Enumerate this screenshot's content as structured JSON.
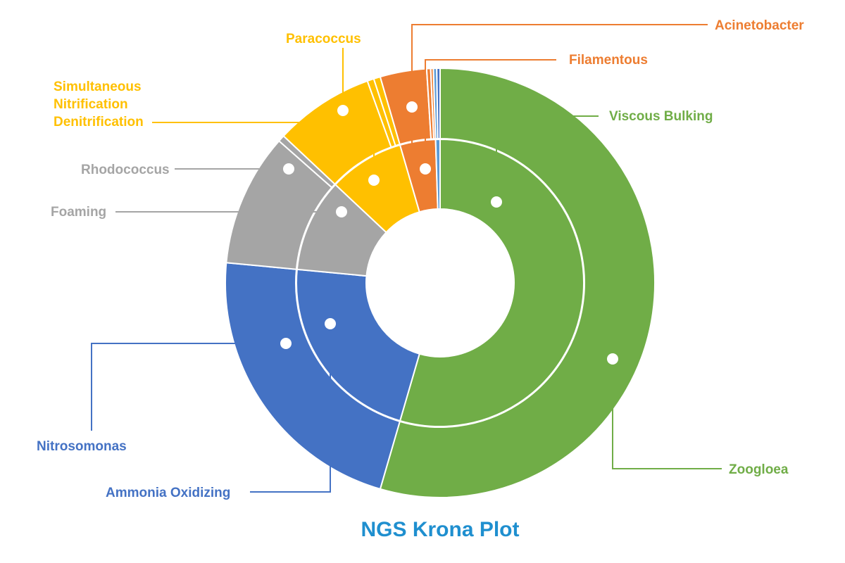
{
  "chart_data": {
    "type": "sunburst",
    "title": "NGS Krona Plot",
    "inner_ring": [
      {
        "name": "Viscous Bulking",
        "value": 54.5,
        "color": "#70AD47"
      },
      {
        "name": "Ammonia Oxidizing",
        "value": 22.0,
        "color": "#4472C4"
      },
      {
        "name": "Foaming",
        "value": 10.5,
        "color": "#A5A5A5"
      },
      {
        "name": "Simultaneous Nitrification Denitrification",
        "value": 8.5,
        "color": "#FFC000"
      },
      {
        "name": "Filamentous",
        "value": 4.0,
        "color": "#ED7D31"
      },
      {
        "name": "",
        "value": 0.5,
        "color": "#5B9BD5"
      }
    ],
    "outer_ring": [
      {
        "name": "Zoogloea",
        "parent": "Viscous Bulking",
        "value": 54.5,
        "color": "#70AD47"
      },
      {
        "name": "Nitrosomonas",
        "parent": "Ammonia Oxidizing",
        "value": 22.0,
        "color": "#4472C4"
      },
      {
        "name": "Rhodococcus",
        "parent": "Foaming",
        "value": 10.0,
        "color": "#A5A5A5"
      },
      {
        "name": "",
        "parent": "Foaming",
        "value": 0.5,
        "color": "#A5A5A5"
      },
      {
        "name": "Paracoccus",
        "parent": "Simultaneous Nitrification Denitrification",
        "value": 7.5,
        "color": "#FFC000"
      },
      {
        "name": "",
        "parent": "Simultaneous Nitrification Denitrification",
        "value": 0.5,
        "color": "#FFC000"
      },
      {
        "name": "",
        "parent": "Simultaneous Nitrification Denitrification",
        "value": 0.5,
        "color": "#FFC000"
      },
      {
        "name": "Acinetobacter",
        "parent": "Filamentous",
        "value": 3.5,
        "color": "#ED7D31"
      },
      {
        "name": "",
        "parent": "Filamentous",
        "value": 0.3,
        "color": "#ED7D31"
      },
      {
        "name": "",
        "parent": "Filamentous",
        "value": 0.2,
        "color": "#ED7D31"
      },
      {
        "name": "",
        "parent": "",
        "value": 0.25,
        "color": "#5B9BD5"
      },
      {
        "name": "",
        "parent": "",
        "value": 0.25,
        "color": "#4472C4"
      }
    ],
    "labels": {
      "acinetobacter": "Acinetobacter",
      "filamentous": "Filamentous",
      "paracoccus": "Paracoccus",
      "snd": [
        "Simultaneous",
        "Nitrification",
        "Denitrification"
      ],
      "viscous": "Viscous Bulking",
      "rhodococcus": "Rhodococcus",
      "foaming": "Foaming",
      "nitrosomonas": "Nitrosomonas",
      "zoogloea": "Zoogloea",
      "ammonia": "Ammonia Oxidizing"
    }
  }
}
